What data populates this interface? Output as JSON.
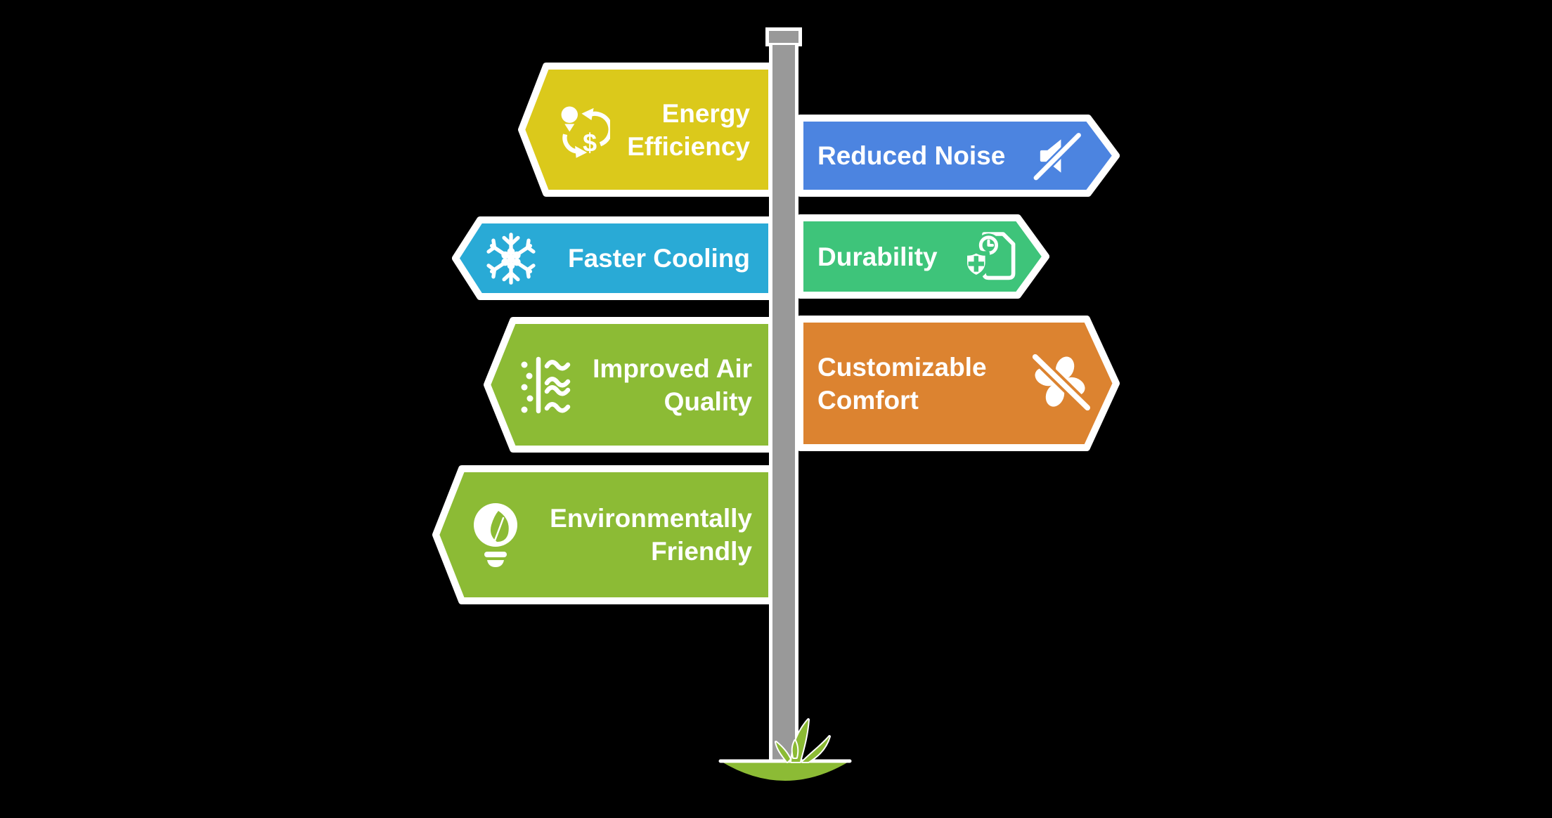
{
  "background_color": "#000000",
  "text_color": "#ffffff",
  "outline_color": "#ffffff",
  "pole": {
    "color": "#999999",
    "outline": "#ffffff"
  },
  "ground": {
    "grass_color": "#8CBB35",
    "outline": "#ffffff"
  },
  "signs": [
    {
      "label": "Energy Efficiency",
      "lines": [
        "Energy",
        "Efficiency"
      ],
      "color": "#DBC91B",
      "direction": "left",
      "icon": "bulb-dollar-cycle-icon"
    },
    {
      "label": "Reduced Noise",
      "lines": [
        "Reduced Noise"
      ],
      "color": "#4C84E0",
      "direction": "right",
      "icon": "muted-speaker-icon"
    },
    {
      "label": "Faster Cooling",
      "lines": [
        "Faster Cooling"
      ],
      "color": "#29AAD6",
      "direction": "left",
      "icon": "snowflake-icon"
    },
    {
      "label": "Durability",
      "lines": [
        "Durability"
      ],
      "color": "#3EC47A",
      "direction": "right",
      "icon": "shield-document-clock-icon"
    },
    {
      "label": "Improved Air Quality",
      "lines": [
        "Improved Air",
        "Quality"
      ],
      "color": "#8CBB35",
      "direction": "left",
      "icon": "air-purify-icon"
    },
    {
      "label": "Customizable Comfort",
      "lines": [
        "Customizable",
        "Comfort"
      ],
      "color": "#DC8330",
      "direction": "right",
      "icon": "fan-slash-icon"
    },
    {
      "label": "Environmentally Friendly",
      "lines": [
        "Environmentally",
        "Friendly"
      ],
      "color": "#8CBB35",
      "direction": "left",
      "icon": "eco-bulb-icon"
    }
  ]
}
